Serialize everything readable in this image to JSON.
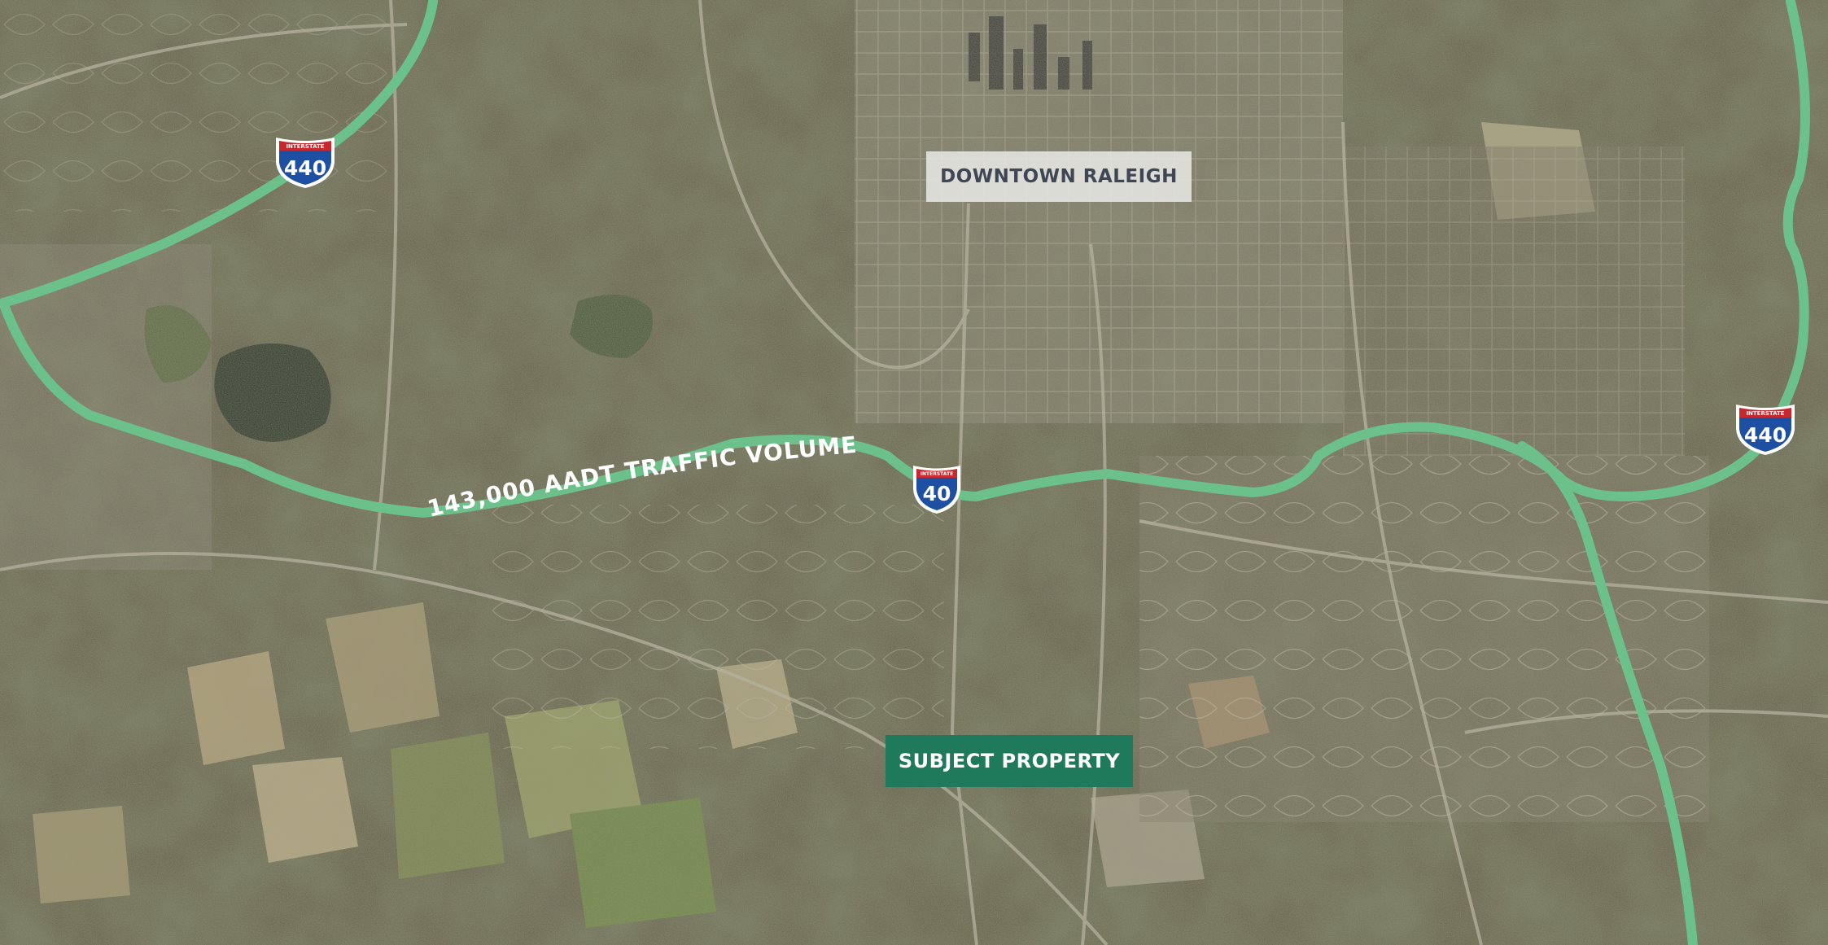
{
  "map": {
    "description_type": "aerial satellite map",
    "highway_color": "#6cc08a",
    "labels": {
      "downtown": "DOWNTOWN RALEIGH",
      "subject": "SUBJECT PROPERTY",
      "traffic": "143,000 AADT TRAFFIC VOLUME"
    },
    "shields": [
      {
        "route": "440",
        "banner": "INTERSTATE"
      },
      {
        "route": "40",
        "banner": "INTERSTATE"
      },
      {
        "route": "440",
        "banner": "INTERSTATE"
      }
    ],
    "colors": {
      "downtown_bg": "#e4e4e0",
      "downtown_text": "#3f4654",
      "subject_bg": "#1f7a5c",
      "subject_text": "#ffffff",
      "shield_blue": "#1d4fa3",
      "shield_red": "#c6282d"
    }
  }
}
